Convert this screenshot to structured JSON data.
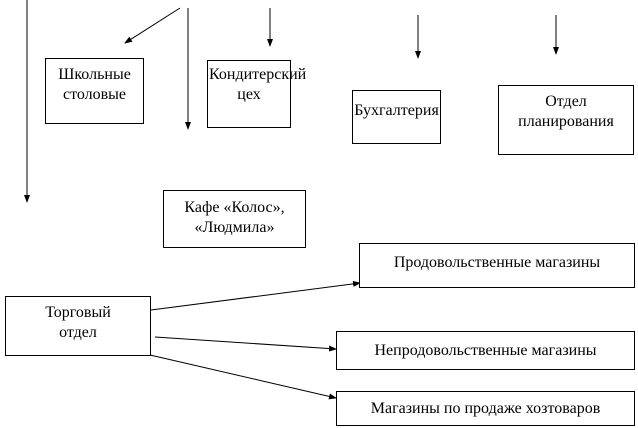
{
  "nodes": {
    "school_canteens": "Школьные столовые",
    "confectionery": "Кондитерский цех",
    "accounting": "Бухгалтерия",
    "planning": "Отдел планирования",
    "cafe": "Кафе «Колос», «Людмила»",
    "trade_dept": "Торговый отдел",
    "food_stores": "Продовольственные магазины",
    "nonfood_stores": "Непродовольственные магазины",
    "household_stores": "Магазины по продаже хозтоваров"
  }
}
